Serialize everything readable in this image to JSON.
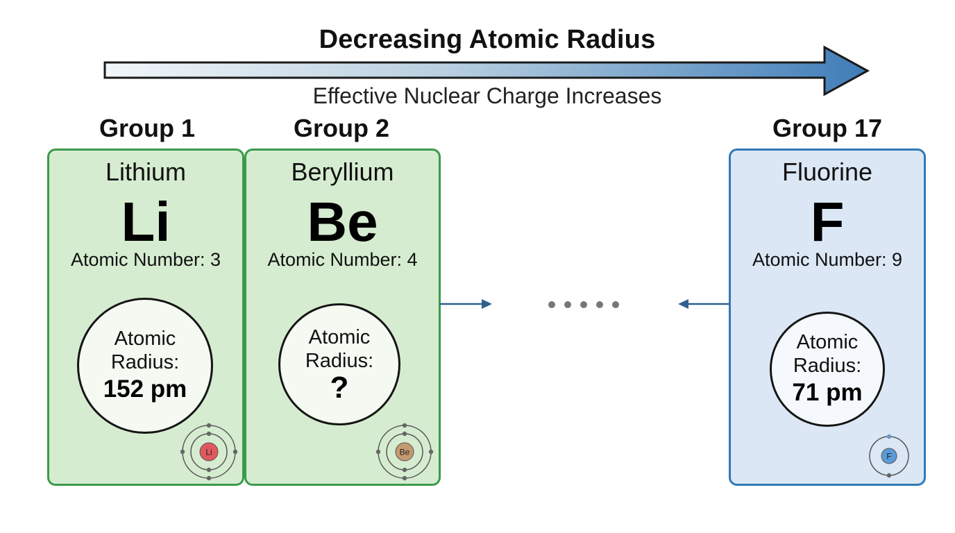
{
  "title": "Decreasing Atomic Radius",
  "subtitle": "Effective Nuclear Charge Increases",
  "colors": {
    "arrow_start": "#f2f6f9",
    "arrow_end": "#3f7db8",
    "green_border": "#3a9a4a",
    "green_fill": "#d6ecd0",
    "blue_border": "#2f79b6",
    "blue_fill": "#dbe7f5",
    "connector": "#2f5f8f"
  },
  "elements": [
    {
      "group": "Group 1",
      "name": "Lithium",
      "symbol": "Li",
      "atomic_number_text": "Atomic Number: 3",
      "radius_label_line1": "Atomic",
      "radius_label_line2": "Radius:",
      "radius_value": "152 pm",
      "nucleus_label": "Li",
      "nucleus_color": "#e0595e",
      "theme": "green"
    },
    {
      "group": "Group 2",
      "name": "Beryllium",
      "symbol": "Be",
      "atomic_number_text": "Atomic Number: 4",
      "radius_label_line1": "Atomic",
      "radius_label_line2": "Radius:",
      "radius_value": "?",
      "nucleus_label": "Be",
      "nucleus_color": "#c49a70",
      "theme": "green"
    },
    {
      "group": "Group 17",
      "name": "Fluorine",
      "symbol": "F",
      "atomic_number_text": "Atomic Number: 9",
      "radius_label_line1": "Atomic",
      "radius_label_line2": "Radius:",
      "radius_value": "71 pm",
      "nucleus_label": "F",
      "nucleus_color": "#5b9bd8",
      "theme": "blue"
    }
  ]
}
